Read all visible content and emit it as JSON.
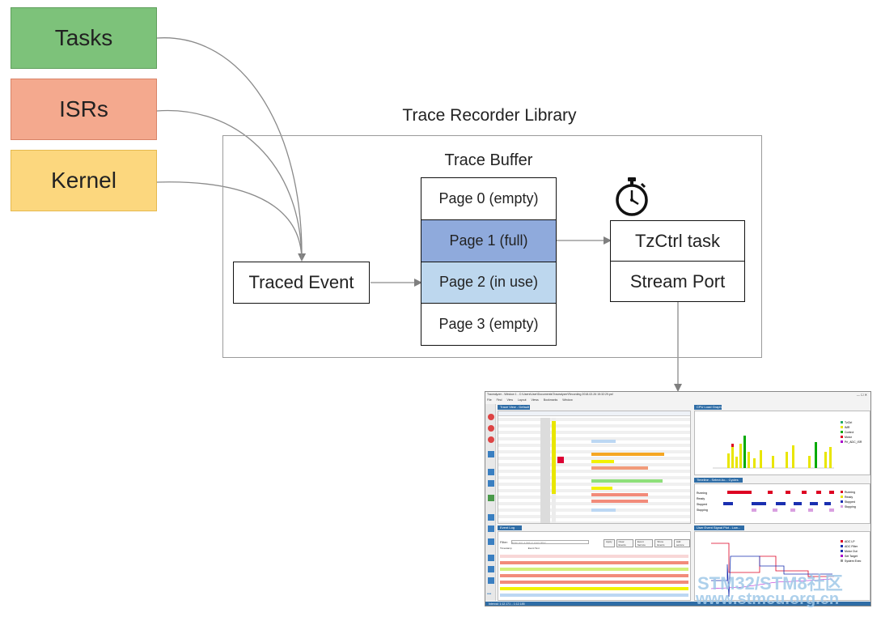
{
  "sources": {
    "tasks": "Tasks",
    "isrs": "ISRs",
    "kernel": "Kernel"
  },
  "library": {
    "title": "Trace Recorder Library",
    "traced_event": "Traced Event",
    "buffer_title": "Trace Buffer",
    "pages": [
      "Page 0 (empty)",
      "Page 1 (full)",
      "Page 2 (in use)",
      "Page 3 (empty)"
    ],
    "tzctrl_task": "TzCtrl task",
    "stream_port": "Stream Port"
  },
  "colors": {
    "tasks_fill": "#7dc27a",
    "isrs_fill": "#f4a98e",
    "kernel_fill": "#fcd77e",
    "page_full": "#8faadc",
    "page_in_use": "#bdd7ee",
    "screenshot_accent": "#2f6da6"
  },
  "icons": {
    "timer": "stopwatch-icon"
  },
  "screenshot": {
    "window_title": "Tracealyzer - Window 1 - C:\\Users\\User\\Documents\\Tracealyzer\\Recording 2018-02-26 15:32:29.psf",
    "menu": [
      "File",
      "Find",
      "View",
      "Layout",
      "Views",
      "Bookmarks",
      "Window"
    ],
    "trace_view_tab": "Trace View - Default",
    "cpu_load_tab": "CPU Load Graph",
    "timeline_tab": "Timeline - Select Ac... Cycles",
    "signal_plot_tab": "User Event Signal Plot - Low...",
    "event_log_tab": "Event Log",
    "event_log_columns": [
      "Timestamp",
      "Event Text"
    ],
    "filter_label": "Filter:",
    "filter_placeholder": "Enter text, a task or event label",
    "buttons": [
      "Apply",
      "Clear Events",
      "Event Service",
      "Show Events",
      "Add service"
    ],
    "cpu_legend": [
      "TzCtrl",
      "IMR",
      "Control",
      "Motor",
      "Pri_ADC_ISR"
    ],
    "state_legend": [
      "Running",
      "Ready",
      "Stopped",
      "Stopping"
    ],
    "state_rows": [
      "Running",
      "Ready",
      "Stopped",
      "Stopping"
    ],
    "signal_legend": [
      "ADC LP",
      "ADC Filter",
      "Motor Out",
      "Set Target",
      "System Exec"
    ],
    "status_bar": "Interval: 1:12.171 .. 1:12.185"
  },
  "watermark": {
    "line1": "STM32/STM8社区",
    "line2": "www.stmcu.org.cn"
  }
}
